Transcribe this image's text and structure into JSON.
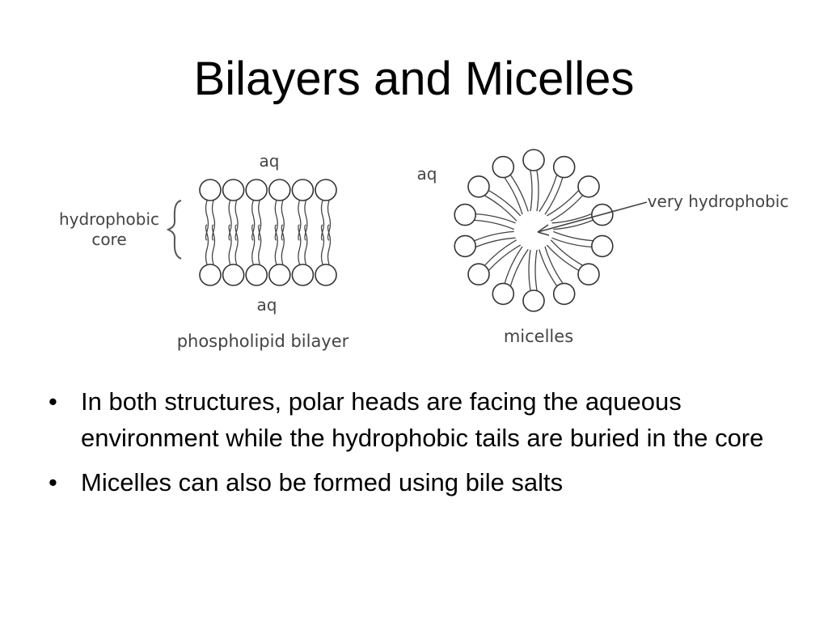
{
  "slide": {
    "title": "Bilayers and Micelles",
    "bullets": [
      "In both structures, polar heads are facing the aqueous environment while the hydrophobic tails are buried in the core",
      "Micelles can also be formed using bile salts"
    ]
  },
  "diagram": {
    "bilayer": {
      "top_label": "aq",
      "bottom_label": "aq",
      "core_label_line1": "hydrophobic",
      "core_label_line2": "core",
      "caption": "phospholipid bilayer",
      "heads_per_layer": 6
    },
    "micelle": {
      "aq_label": "aq",
      "arrow_label": "very hydrophobic",
      "caption": "micelles",
      "head_count": 14
    }
  }
}
